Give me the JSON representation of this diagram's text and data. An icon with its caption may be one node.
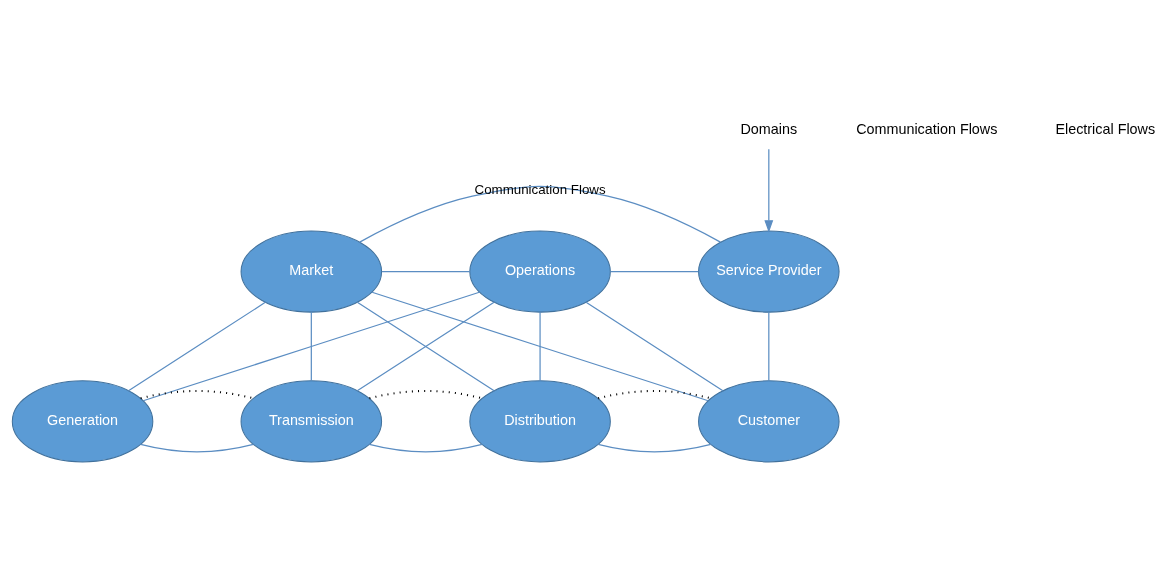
{
  "diagram": {
    "nodes": [
      {
        "text": [
          "Domains"
        ]
      },
      {
        "text": [
          "Market"
        ]
      },
      {
        "text": [
          "Operations"
        ]
      },
      {
        "text": [
          "Service Provider"
        ]
      },
      {
        "text": [
          "Generation"
        ]
      },
      {
        "text": [
          "Transmission"
        ]
      },
      {
        "text": [
          "Distribution"
        ]
      },
      {
        "text": [
          "Customer"
        ]
      }
    ],
    "edges": [
      {
        "from": 1,
        "to": 3,
        "arrow": "none",
        "label": "Communication Flows"
      },
      {
        "from": 0,
        "to": 3,
        "arrow": "to"
      },
      {
        "from": 1,
        "to": 2,
        "arrow": "none"
      },
      {
        "from": 2,
        "to": 3,
        "arrow": "none"
      },
      {
        "from": 1,
        "to": 4,
        "arrow": "none"
      },
      {
        "from": 1,
        "to": 5,
        "arrow": "none"
      },
      {
        "from": 1,
        "to": 6,
        "arrow": "none"
      },
      {
        "from": 1,
        "to": 7,
        "arrow": "none"
      },
      {
        "from": 2,
        "to": 4,
        "arrow": "none"
      },
      {
        "from": 2,
        "to": 5,
        "arrow": "none"
      },
      {
        "from": 2,
        "to": 6,
        "arrow": "none"
      },
      {
        "from": 2,
        "to": 7,
        "arrow": "none"
      },
      {
        "from": 3,
        "to": 7,
        "arrow": "none"
      },
      {
        "from": 4,
        "to": 5,
        "arrow": "none"
      },
      {
        "from": 5,
        "to": 6,
        "arrow": "none"
      },
      {
        "from": 6,
        "to": 7,
        "arrow": "none"
      },
      {
        "from": 4,
        "to": 5,
        "arrow": "none",
        "style": "dashed",
        "color": "#000000"
      },
      {
        "from": 5,
        "to": 6,
        "arrow": "none",
        "style": "dashed",
        "color": "#000000"
      },
      {
        "from": 6,
        "to": 7,
        "arrow": "none",
        "style": "dashed",
        "color": "#000000"
      }
    ],
    "labels": [
      "Communication Flows",
      "Electrical Flows"
    ]
  }
}
